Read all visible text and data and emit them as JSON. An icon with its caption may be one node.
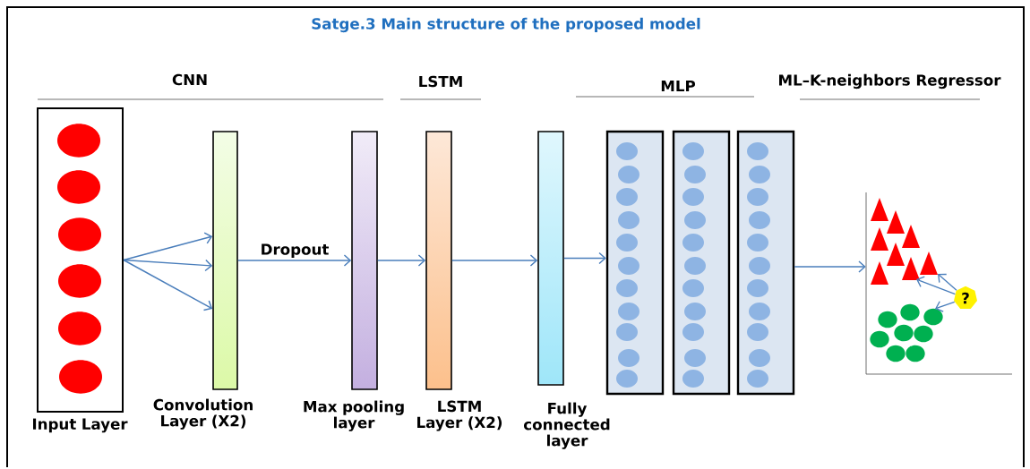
{
  "diagram": {
    "title": "Satge.3 Main structure of the proposed model",
    "nodes": [
      {
        "text": [
          "Input Layer"
        ]
      },
      {
        "text": [
          "Convolution Layer (X2)"
        ]
      },
      {
        "text": [
          "Max pooling layer"
        ]
      },
      {
        "text": [
          "LSTM Layer (X2)"
        ]
      },
      {
        "text": [
          "Fully connected layer"
        ]
      },
      {
        "text": [],
        "shape": "box"
      },
      {
        "text": [],
        "shape": "box"
      },
      {
        "text": [],
        "shape": "box"
      },
      {
        "text": [],
        "shape": "picture"
      },
      {
        "text": [
          "?"
        ],
        "in": 8
      }
    ],
    "edges": [
      {
        "from": 0,
        "to": 1,
        "arrow": "to"
      },
      {
        "from": 0,
        "to": 1,
        "arrow": "to"
      },
      {
        "from": 0,
        "to": 1,
        "arrow": "to"
      },
      {
        "from": 1,
        "to": 2,
        "arrow": "to",
        "label": "Dropout"
      },
      {
        "from": 2,
        "to": 3,
        "arrow": "to"
      },
      {
        "from": 3,
        "to": 4,
        "arrow": "to"
      },
      {
        "from": 4,
        "to": 5,
        "arrow": "to"
      },
      {
        "from": 7,
        "to": 8,
        "arrow": "to"
      },
      {
        "from": 9,
        "to": null,
        "arrow": "to"
      },
      {
        "from": 9,
        "to": null,
        "arrow": "to"
      },
      {
        "from": 9,
        "to": null,
        "arrow": "to"
      }
    ],
    "labels": [
      "CNN",
      "LSTM",
      "MLP",
      "ML–K-neighbors Regressor"
    ]
  }
}
